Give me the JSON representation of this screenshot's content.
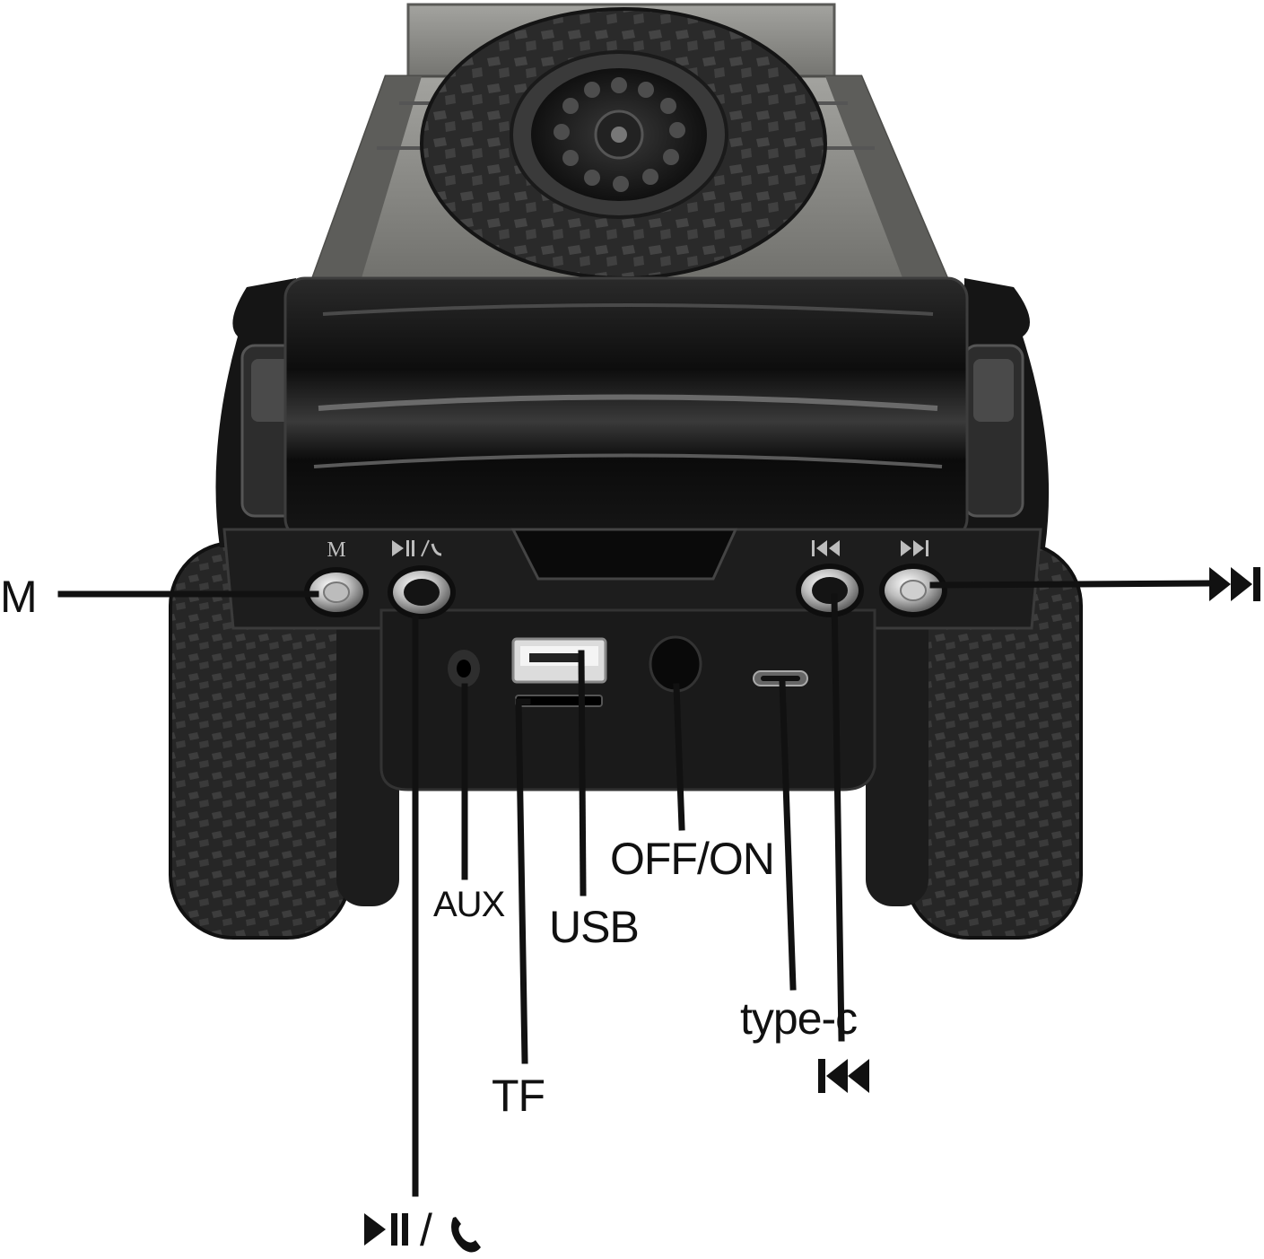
{
  "labels": {
    "m": "M",
    "play_pause_call": "/",
    "aux": "AUX",
    "usb": "USB",
    "tf": "TF",
    "off_on": "OFF/ON",
    "type_c": "type-c"
  },
  "panel_markings": {
    "m": "M"
  },
  "icons": {
    "next": "next-track-icon",
    "previous": "previous-track-icon",
    "play_pause": "play-pause-icon",
    "phone": "phone-icon"
  },
  "colors": {
    "background": "#ffffff",
    "body": "#141414",
    "bed": "#8a8a86",
    "tire": "#2b2b2b",
    "line": "#111111",
    "chrome": "#d8d8d8"
  }
}
